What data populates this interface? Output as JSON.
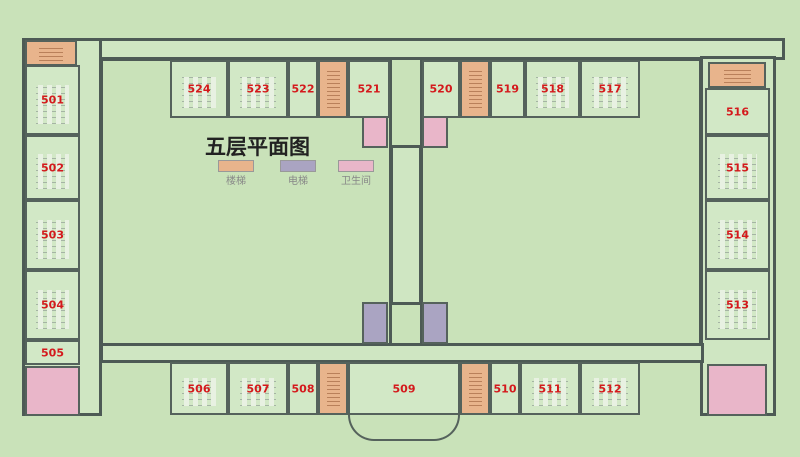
{
  "title": "五层平面图",
  "legend": [
    {
      "label": "楼梯",
      "color": "#e8b48c"
    },
    {
      "label": "电梯",
      "color": "#aaa4c2"
    },
    {
      "label": "卫生间",
      "color": "#e9b6c9"
    }
  ],
  "rooms": {
    "r501": "501",
    "r502": "502",
    "r503": "503",
    "r504": "504",
    "r505": "505",
    "r506": "506",
    "r507": "507",
    "r508": "508",
    "r509": "509",
    "r510": "510",
    "r511": "511",
    "r512": "512",
    "r513": "513",
    "r514": "514",
    "r515": "515",
    "r516": "516",
    "r517": "517",
    "r518": "518",
    "r519": "519",
    "r520": "520",
    "r521": "521",
    "r522": "522",
    "r523": "523",
    "r524": "524"
  }
}
